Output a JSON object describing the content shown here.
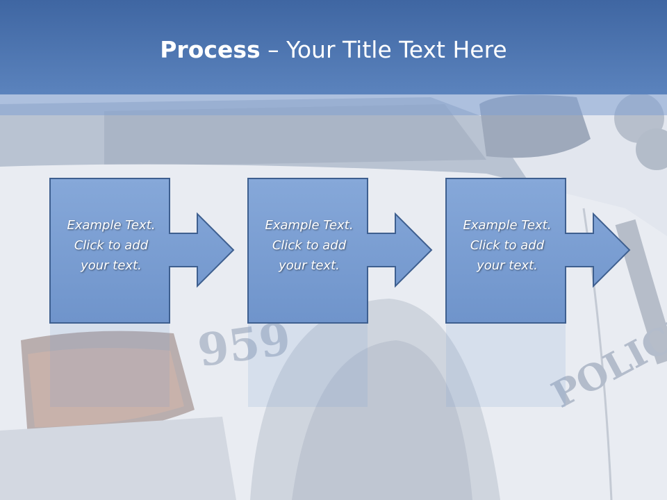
{
  "slide": {
    "title_bold": "Process",
    "title_rest": " – Your Title Text Here"
  },
  "steps": [
    {
      "lines": [
        "Example Text.",
        "Click  to add",
        "your text."
      ]
    },
    {
      "lines": [
        "Example Text.",
        "Click  to add",
        "your text."
      ]
    },
    {
      "lines": [
        "Example Text.",
        "Click  to add",
        "your text."
      ]
    }
  ],
  "background": {
    "image_subject": "police car",
    "printed_number": "959",
    "printed_word": "POLICE"
  },
  "colors": {
    "title_bar": "#4a72ad",
    "step_fill": "#7b9fd3",
    "step_border": "#3e5f8f",
    "text": "#ffffff"
  }
}
